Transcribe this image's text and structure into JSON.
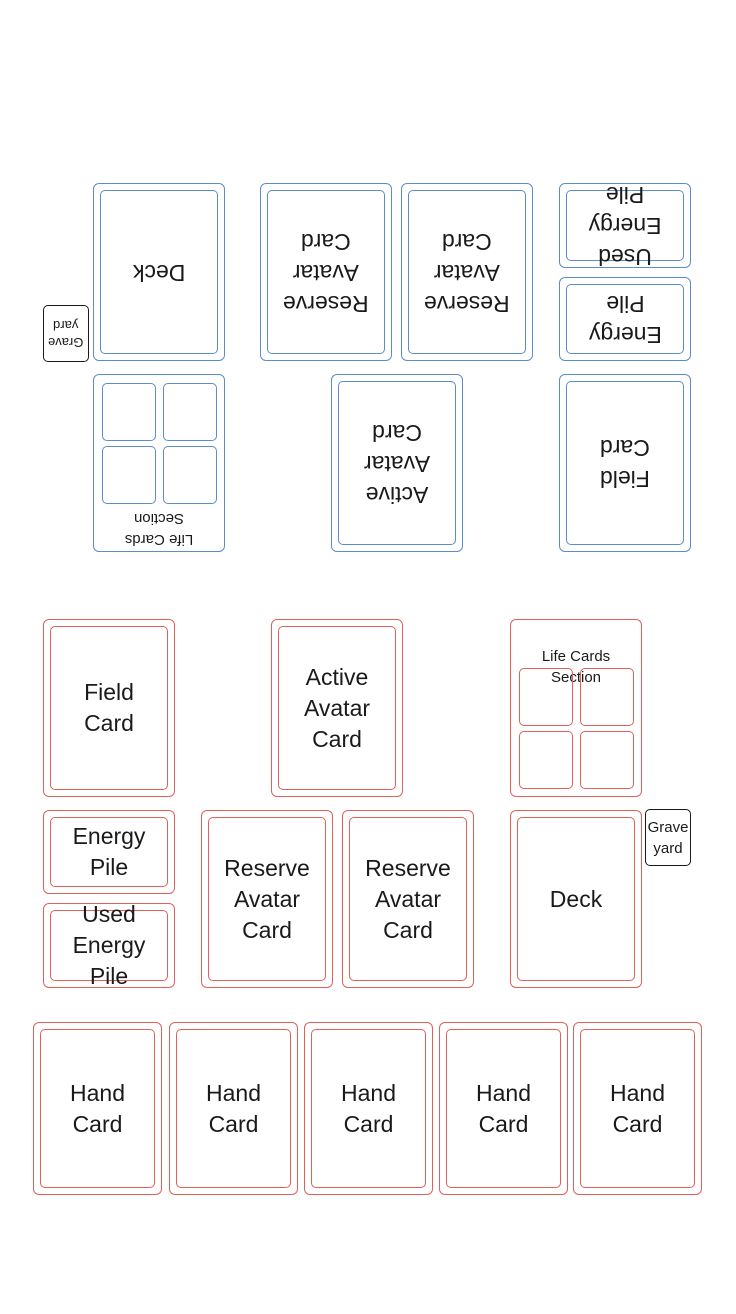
{
  "opponent": {
    "deck": "Deck",
    "graveyard": "Grave\nyard",
    "reserve_avatar_1": "Reserve\nAvatar\nCard",
    "reserve_avatar_2": "Reserve\nAvatar\nCard",
    "used_energy_pile": "Used\nEnergy Pile",
    "energy_pile": "Energy\nPile",
    "life_cards_section": "Life Cards\nSection",
    "active_avatar": "Active\nAvatar\nCard",
    "field_card": "Field\nCard"
  },
  "player": {
    "field_card": "Field\nCard",
    "active_avatar": "Active\nAvatar\nCard",
    "life_cards_section": "Life Cards\nSection",
    "energy_pile": "Energy\nPile",
    "used_energy_pile": "Used\nEnergy Pile",
    "reserve_avatar_1": "Reserve\nAvatar\nCard",
    "reserve_avatar_2": "Reserve\nAvatar\nCard",
    "deck": "Deck",
    "graveyard": "Grave\nyard",
    "hand": [
      "Hand\nCard",
      "Hand\nCard",
      "Hand\nCard",
      "Hand\nCard",
      "Hand\nCard"
    ]
  },
  "colors": {
    "opponent": "#5b8dc9",
    "player": "#e0605a"
  }
}
